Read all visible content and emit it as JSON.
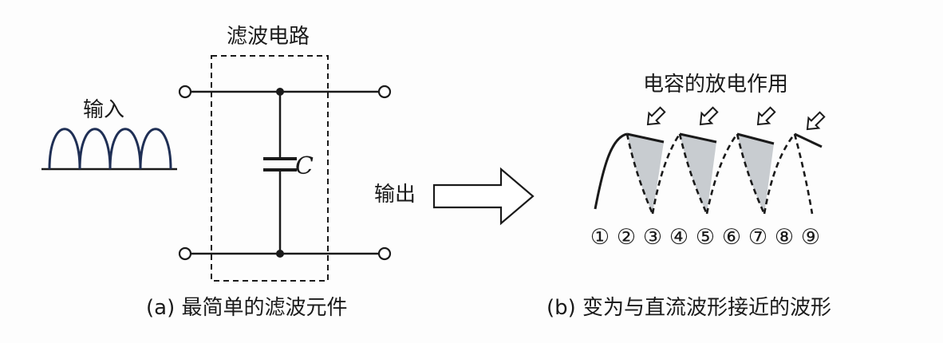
{
  "filter_box": {
    "title": "滤波电路"
  },
  "input": {
    "label": "输入"
  },
  "capacitor": {
    "label": "C"
  },
  "output": {
    "label": "输出"
  },
  "discharge": {
    "title": "电容的放电作用"
  },
  "point_labels": [
    "①",
    "②",
    "③",
    "④",
    "⑤",
    "⑥",
    "⑦",
    "⑧",
    "⑨"
  ],
  "captions": {
    "a": "(a) 最简单的滤波元件",
    "b": "(b) 变为与直流波形接近的波形"
  },
  "colors": {
    "ink": "#1a1a1a",
    "input_wave": "#1f2f55",
    "shade": "#c8ccd0"
  }
}
